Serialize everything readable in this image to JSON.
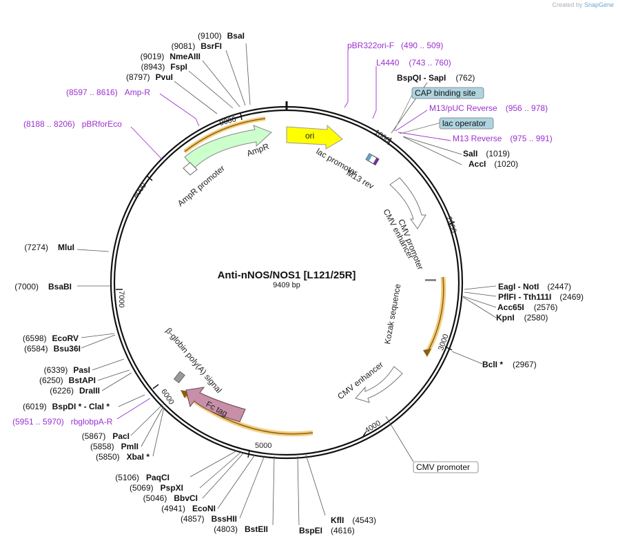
{
  "credit": {
    "prefix": "Created by",
    "brand": "SnapGene"
  },
  "plasmid": {
    "name": "Anti-nNOS/NOS1 [L121/25R]",
    "length_label": "9409 bp",
    "length": 9409
  },
  "colors": {
    "primer": "#9b2fd0",
    "ori": "#ffff00",
    "ampr": "#ccffcc",
    "fc_tag": "#c890a8",
    "promoter": "#ffffff",
    "highlight": "#f0b840",
    "box_feature": "#aed4e0"
  },
  "ticks": [
    "1000",
    "2000",
    "3000",
    "4000",
    "5000",
    "6000",
    "7000",
    "8000",
    "9000"
  ],
  "sites": [
    {
      "name": "BsaI",
      "pos": 9100,
      "label": "(9100)"
    },
    {
      "name": "BsrFI",
      "pos": 9081,
      "label": "(9081)"
    },
    {
      "name": "NmeAIII",
      "pos": 9019,
      "label": "(9019)"
    },
    {
      "name": "FspI",
      "pos": 8943,
      "label": "(8943)"
    },
    {
      "name": "PvuI",
      "pos": 8797,
      "label": "(8797)"
    },
    {
      "name": "BspQI - SapI",
      "pos": 762,
      "label": "(762)"
    },
    {
      "name": "SalI",
      "pos": 1019,
      "label": "(1019)"
    },
    {
      "name": "AccI",
      "pos": 1020,
      "label": "(1020)"
    },
    {
      "name": "MluI",
      "pos": 7274,
      "label": "(7274)"
    },
    {
      "name": "BsaBI",
      "pos": 7000,
      "label": "(7000)"
    },
    {
      "name": "EagI - NotI",
      "pos": 2447,
      "label": "(2447)"
    },
    {
      "name": "PflFI - Tth111I",
      "pos": 2469,
      "label": "(2469)"
    },
    {
      "name": "Acc65I",
      "pos": 2576,
      "label": "(2576)"
    },
    {
      "name": "KpnI",
      "pos": 2580,
      "label": "(2580)"
    },
    {
      "name": "BclI *",
      "pos": 2967,
      "label": "(2967)"
    },
    {
      "name": "EcoRV",
      "pos": 6598,
      "label": "(6598)"
    },
    {
      "name": "Bsu36I",
      "pos": 6584,
      "label": "(6584)"
    },
    {
      "name": "PasI",
      "pos": 6339,
      "label": "(6339)"
    },
    {
      "name": "BstAPI",
      "pos": 6250,
      "label": "(6250)"
    },
    {
      "name": "DraIII",
      "pos": 6226,
      "label": "(6226)"
    },
    {
      "name": "BspDI * - ClaI *",
      "pos": 6019,
      "label": "(6019)"
    },
    {
      "name": "PacI",
      "pos": 5867,
      "label": "(5867)"
    },
    {
      "name": "PmlI",
      "pos": 5858,
      "label": "(5858)"
    },
    {
      "name": "XbaI *",
      "pos": 5850,
      "label": "(5850)"
    },
    {
      "name": "PaqCI",
      "pos": 5106,
      "label": "(5106)"
    },
    {
      "name": "PspXI",
      "pos": 5069,
      "label": "(5069)"
    },
    {
      "name": "BbvCI",
      "pos": 5046,
      "label": "(5046)"
    },
    {
      "name": "EcoNI",
      "pos": 4941,
      "label": "(4941)"
    },
    {
      "name": "BssHII",
      "pos": 4857,
      "label": "(4857)"
    },
    {
      "name": "BstEII",
      "pos": 4803,
      "label": "(4803)"
    },
    {
      "name": "KflI",
      "pos": 4543,
      "label": "(4543)"
    },
    {
      "name": "BspEI",
      "pos": 4616,
      "label": "(4616)"
    }
  ],
  "primers": [
    {
      "name": "pBR322ori-F",
      "range": "(490 .. 509)"
    },
    {
      "name": "L4440",
      "range": "(743 .. 760)"
    },
    {
      "name": "M13/pUC Reverse",
      "range": "(956 .. 978)"
    },
    {
      "name": "M13 Reverse",
      "range": "(975 .. 991)"
    },
    {
      "name": "Amp-R",
      "range": "(8597 .. 8616)"
    },
    {
      "name": "pBRforEco",
      "range": "(8188 .. 8206)"
    },
    {
      "name": "rbglobpA-R",
      "range": "(5951 .. 5970)"
    }
  ],
  "boxed": [
    {
      "name": "CAP binding site"
    },
    {
      "name": "lac operator"
    },
    {
      "name": "CMV promoter"
    }
  ],
  "features": {
    "ori": "ori",
    "lac_promoter": "lac promoter",
    "m13_rev": "M13 rev",
    "cmv_enhancer_1": "CMV enhancer",
    "cmv_promoter": "CMV promoter",
    "kozak": "Kozak sequence",
    "cmv_enhancer_2": "CMV enhancer",
    "fc_tag": "Fc tag",
    "bglobin": "β-globin poly(A) signal",
    "ampr": "AmpR",
    "ampr_promoter": "AmpR promoter"
  }
}
